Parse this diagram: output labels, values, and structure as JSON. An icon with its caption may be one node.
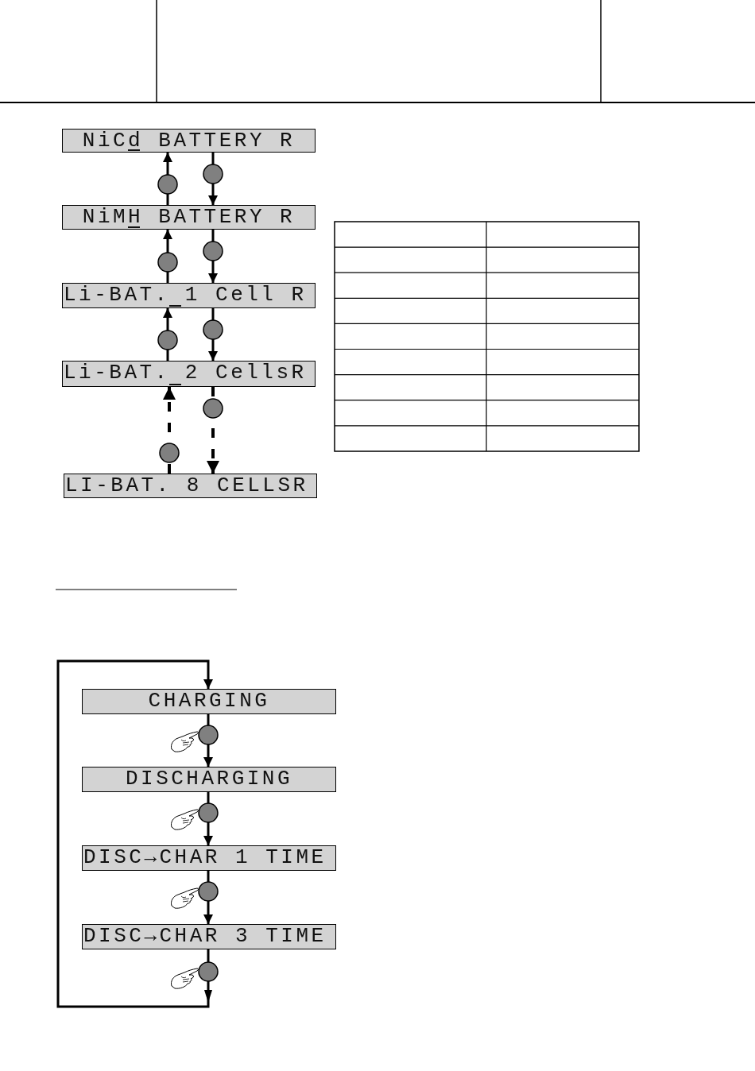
{
  "diagram": {
    "nodes": [
      {
        "text": [
          "NiCd BATTERY R"
        ]
      },
      {
        "text": [
          "NiMH BATTERY R"
        ]
      },
      {
        "text": [
          "Li-BAT. 1 Cell R"
        ]
      },
      {
        "text": [
          "Li-BAT. 2 CellsR"
        ]
      },
      {
        "text": [
          "LI-BAT. 8 CELLSR"
        ]
      },
      {
        "text": [
          "CHARGING"
        ]
      },
      {
        "text": [
          "DISCHARGING"
        ]
      },
      {
        "text": [
          "DISC→CHAR 1 TIME"
        ]
      },
      {
        "text": [
          "DISC→CHAR 3 TIME"
        ]
      }
    ],
    "edges": [
      {
        "from": 1,
        "to": 0,
        "arrow": "to"
      },
      {
        "from": 0,
        "to": 1,
        "arrow": "to"
      },
      {
        "from": 2,
        "to": 1,
        "arrow": "to"
      },
      {
        "from": 1,
        "to": 2,
        "arrow": "to"
      },
      {
        "from": 3,
        "to": 2,
        "arrow": "to"
      },
      {
        "from": 2,
        "to": 3,
        "arrow": "to"
      },
      {
        "from": 4,
        "to": 3,
        "arrow": "to",
        "style": "dashed"
      },
      {
        "from": 3,
        "to": 4,
        "arrow": "to",
        "style": "dashed"
      },
      {
        "from": 5,
        "to": 6,
        "arrow": "to"
      },
      {
        "from": 6,
        "to": 7,
        "arrow": "to"
      },
      {
        "from": 7,
        "to": 8,
        "arrow": "to"
      },
      {
        "from": 8,
        "to": 5,
        "arrow": "to"
      }
    ]
  }
}
